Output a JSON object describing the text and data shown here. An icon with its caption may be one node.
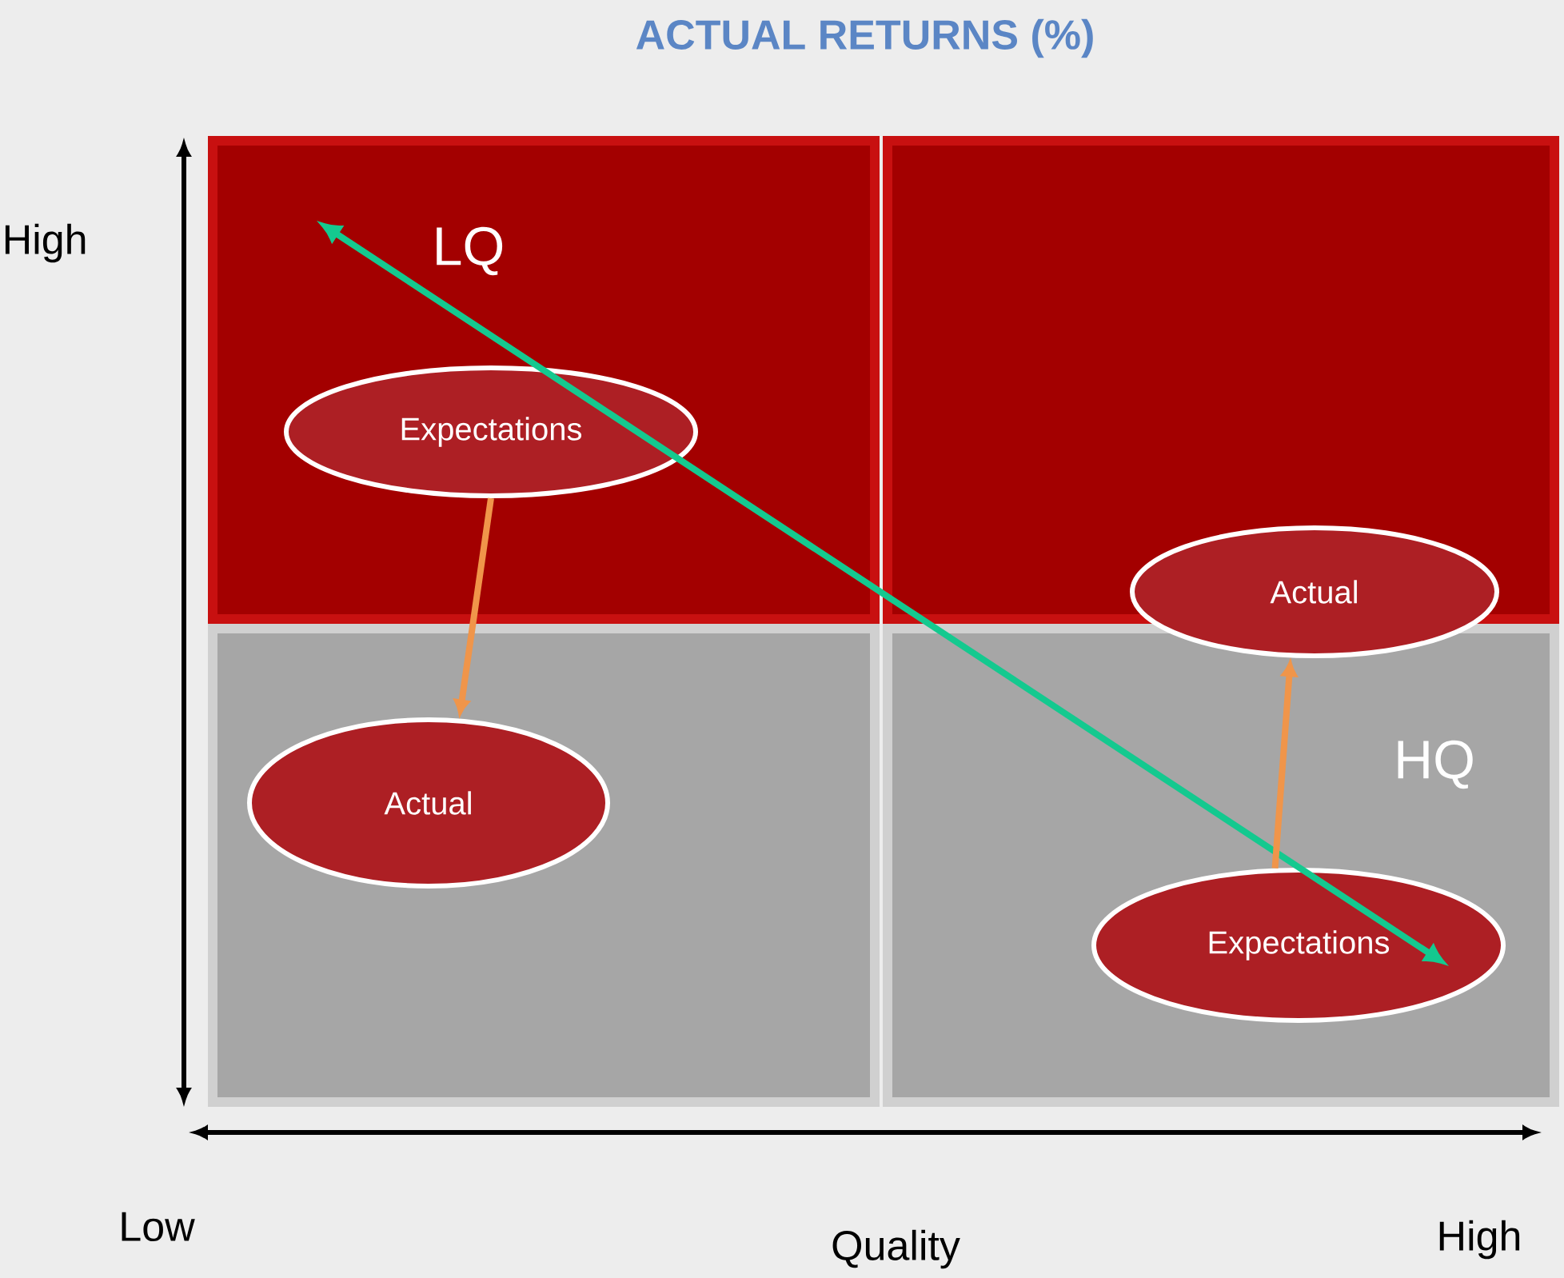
{
  "diagram": {
    "title": "ACTUAL RETURNS (%)",
    "nodes": [
      {
        "text": [],
        "shape": "box"
      },
      {
        "text": [],
        "shape": "box"
      },
      {
        "text": [],
        "shape": "box"
      },
      {
        "text": [],
        "shape": "box"
      },
      {
        "text": [
          "Expectations"
        ],
        "in": 0
      },
      {
        "text": [
          "Actual"
        ],
        "in": 2
      },
      {
        "text": [
          "Actual"
        ]
      },
      {
        "text": [
          "Expectations"
        ],
        "in": 3
      }
    ],
    "edges": [
      {
        "from": 4,
        "to": 5,
        "arrow": "to"
      },
      {
        "from": 7,
        "to": 6,
        "arrow": "to"
      }
    ],
    "labels": [
      "High",
      "LQ",
      "HQ",
      "Low",
      "Quality",
      "High"
    ]
  }
}
